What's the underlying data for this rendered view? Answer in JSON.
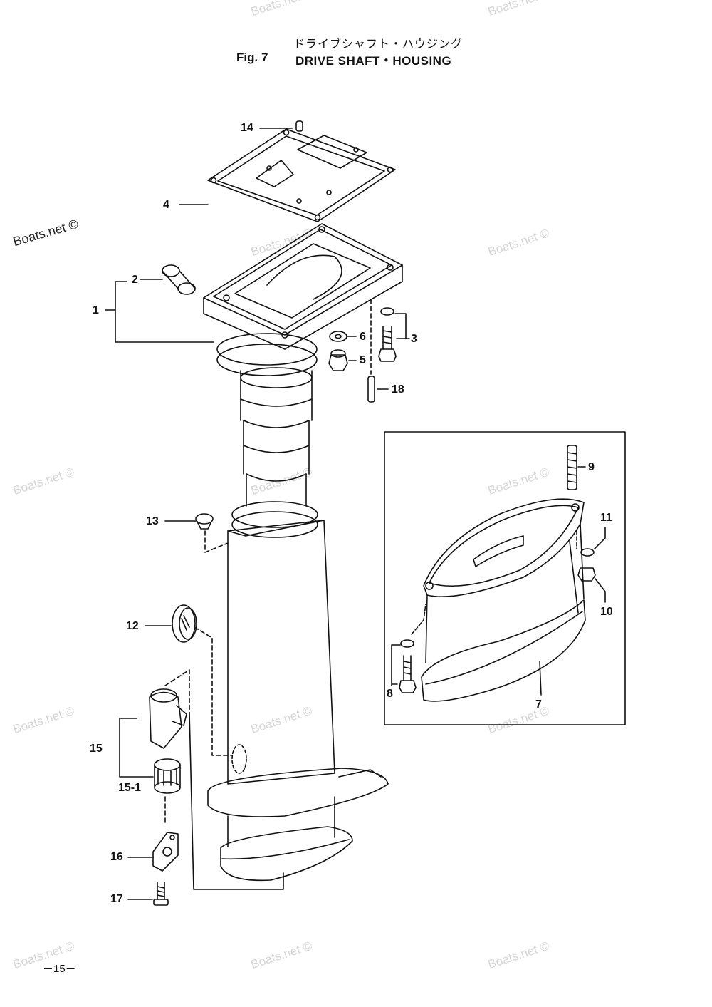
{
  "title": {
    "japanese": "ドライブシャフト・ハウジング",
    "fig": "Fig. 7",
    "english": "DRIVE SHAFT・HOUSING"
  },
  "watermark": {
    "text": "Boats.net ©",
    "prominent": "Boats.net ©"
  },
  "callouts": {
    "c1": "1",
    "c2": "2",
    "c3": "3",
    "c4": "4",
    "c5": "5",
    "c6": "6",
    "c7": "7",
    "c8": "8",
    "c9": "9",
    "c10": "10",
    "c11": "11",
    "c12": "12",
    "c13": "13",
    "c14": "14",
    "c15": "15",
    "c15_1": "15-1",
    "c16": "16",
    "c17": "17",
    "c18": "18"
  },
  "page_number": "－15－",
  "colors": {
    "line": "#111111",
    "watermark": "#d6d6d6"
  }
}
